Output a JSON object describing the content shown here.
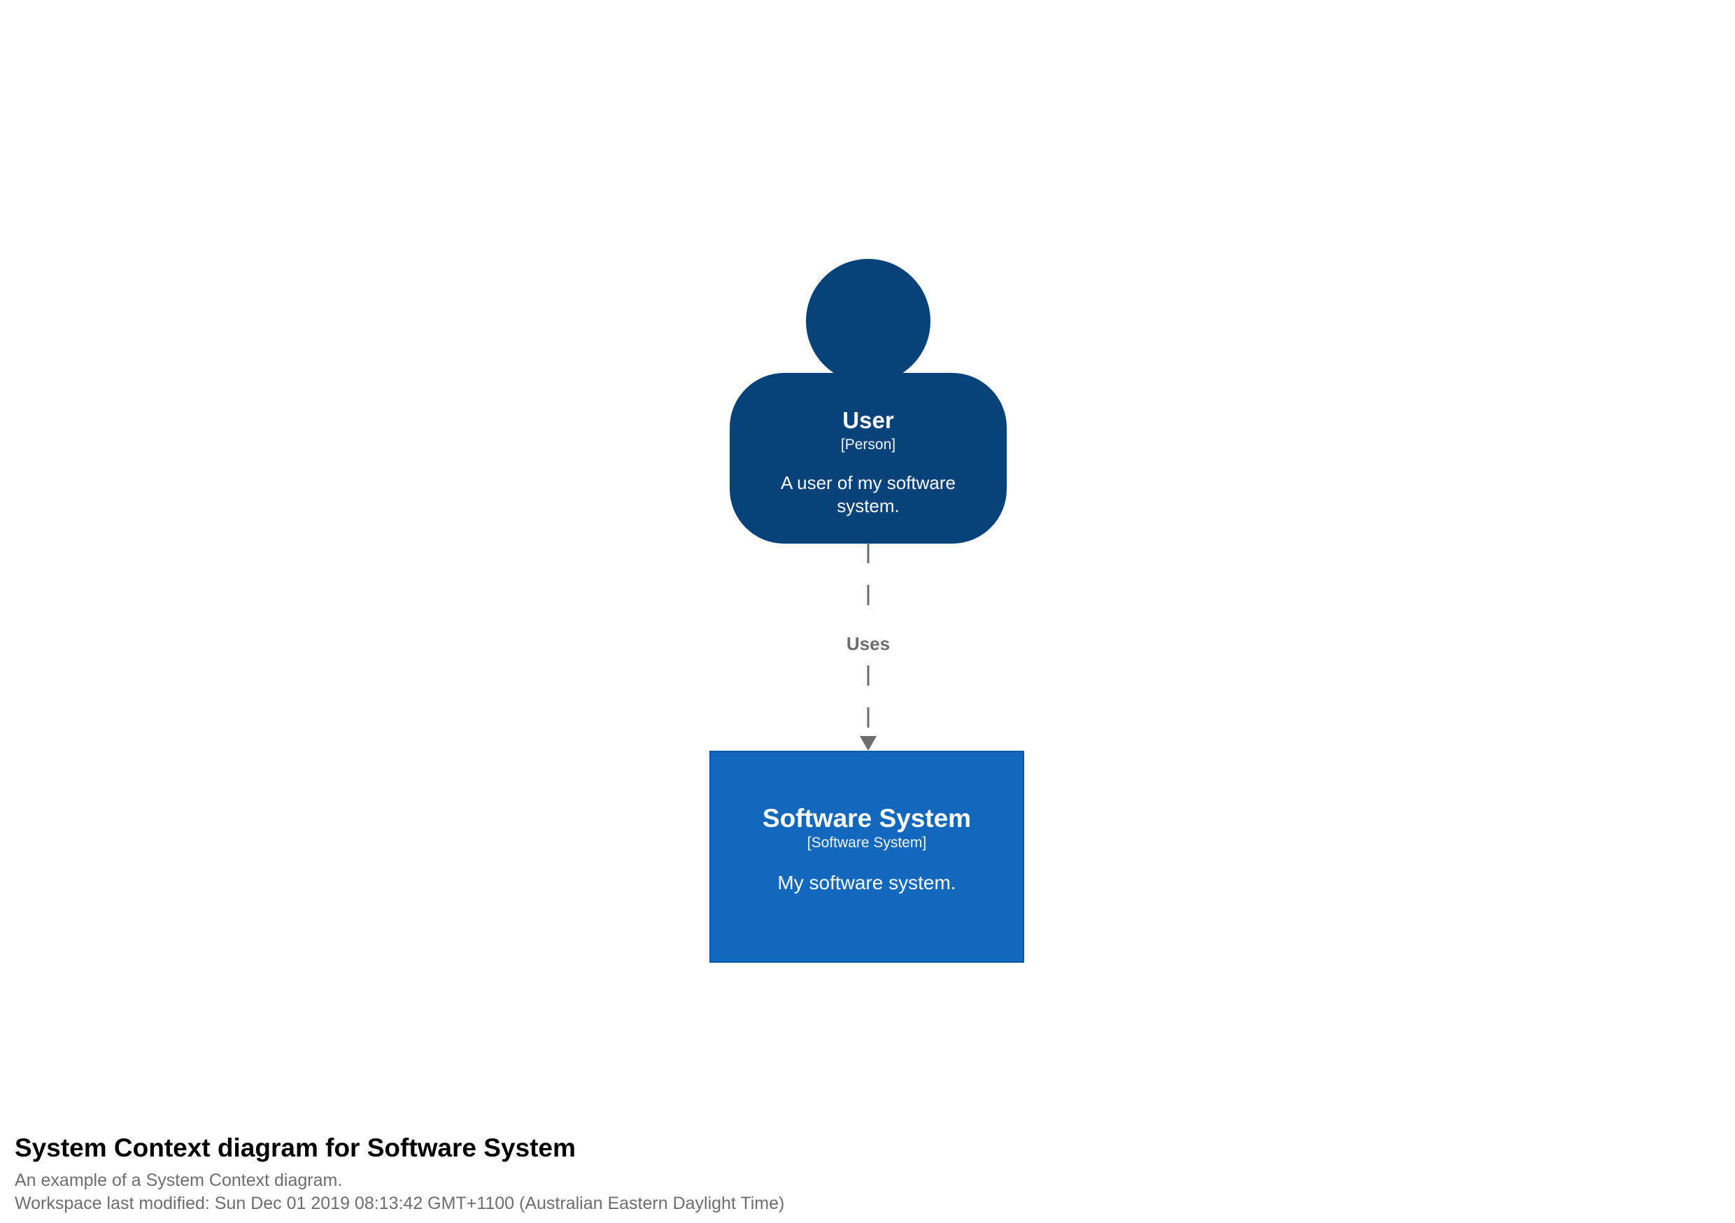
{
  "diagram": {
    "person": {
      "name": "User",
      "metadata": "[Person]",
      "description": "A user of my software system."
    },
    "relationship": {
      "label": "Uses"
    },
    "system": {
      "name": "Software System",
      "metadata": "[Software System]",
      "description": "My software system."
    }
  },
  "footer": {
    "title": "System Context diagram for Software System",
    "subtitle": "An example of a System Context diagram.",
    "last_modified": "Workspace last modified: Sun Dec 01 2019 08:13:42 GMT+1100 (Australian Eastern Daylight Time)"
  },
  "colors": {
    "person_fill": "#08427b",
    "system_fill": "#1168bd",
    "system_stroke": "#0d57a0",
    "relationship": "#6e6e6e",
    "node_text": "#ffffff",
    "title_text": "#000000",
    "footer_text": "#6e6e6e",
    "canvas_bg": "#ffffff"
  }
}
